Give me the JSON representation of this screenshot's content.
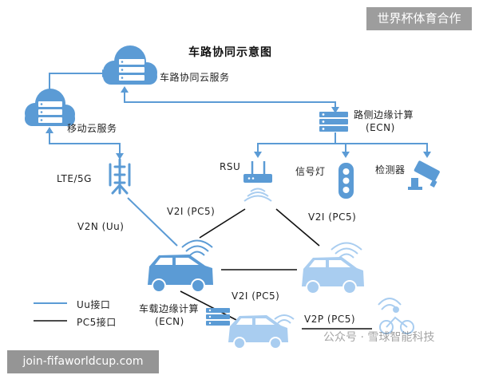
{
  "diagram": {
    "title": "车路协同示意图",
    "nodes": {
      "cloud_main": "车路协同云服务",
      "cloud_mobile": "移动云服务",
      "edge_ecn": "路侧边缘计算",
      "edge_ecn_sub": "(ECN)",
      "rsu": "RSU",
      "signal_light": "信号灯",
      "detector": "检测器",
      "cell_tower": "LTE/5G",
      "vehicle_ecn": "车载边缘计算",
      "vehicle_ecn_sub": "(ECN)"
    },
    "links": {
      "v2n": "V2N (Uu)",
      "v2i_left": "V2I (PC5)",
      "v2i_right": "V2I (PC5)",
      "v2i_bottom": "V2I (PC5)",
      "v2p": "V2P (PC5)"
    },
    "legend": [
      {
        "label": "Uu接口",
        "color": "#5b9bd5"
      },
      {
        "label": "PC5接口",
        "color": "#111111"
      }
    ]
  },
  "watermarks": {
    "top_right": "世界杯体育合作",
    "bottom_left": "join-fifaworldcup.com",
    "faint": "公众号 · 雪球智能科技"
  },
  "colors": {
    "primary_blue": "#5b9bd5",
    "light_blue": "#a9cdf0",
    "line_black": "#111111"
  }
}
